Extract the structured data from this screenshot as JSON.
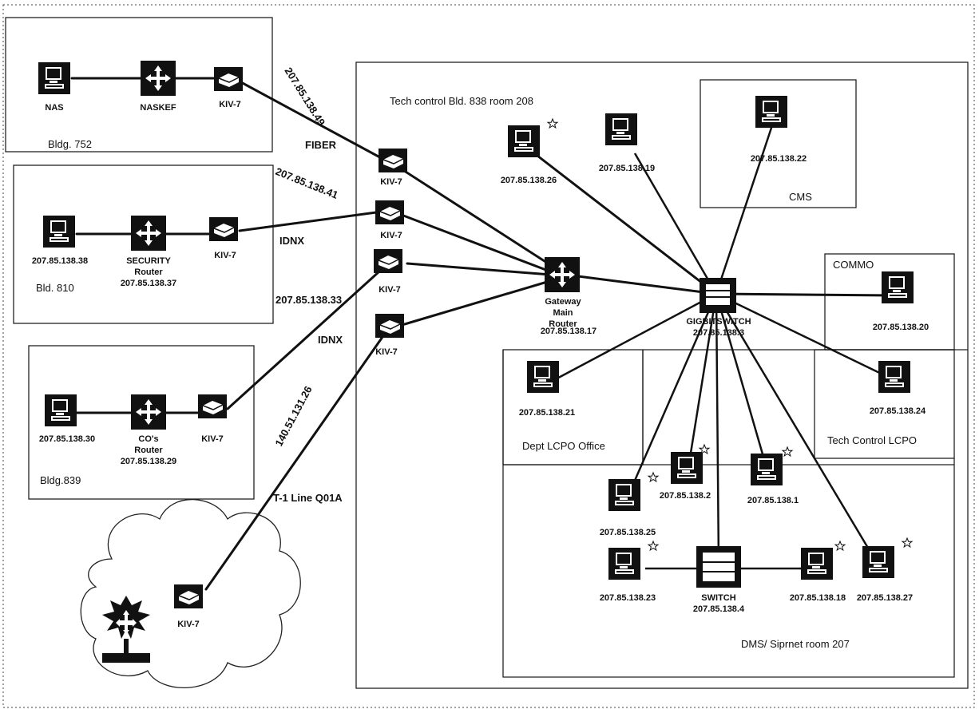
{
  "areas": {
    "bldg752": "Bldg. 752",
    "bld810": "Bld. 810",
    "bldg839": "Bldg.839",
    "tech_control": "Tech control Bld. 838 room 208",
    "cms": "CMS",
    "commo": "COMMO",
    "dept_lcpo": "Dept LCPO Office",
    "tech_lcpo": "Tech Control LCPO",
    "dms": "DMS/ Siprnet room 207"
  },
  "links": {
    "fiber_ip": "207.85.138.49",
    "fiber": "FIBER",
    "idnx1_ip": "207.85.138.41",
    "idnx1": "IDNX",
    "idnx2_ip": "207.85.138.33",
    "idnx2": "IDNX",
    "t1_ip": "140.51.131.26",
    "t1": "T-1 Line Q01A"
  },
  "devices": {
    "nas": "NAS",
    "naskef": "NASKEF",
    "kiv7_752": "KIV-7",
    "pc_38": "207.85.138.38",
    "security_router_l1": "SECURITY",
    "security_router_l2": "Router",
    "security_router_ip": "207.85.138.37",
    "kiv7_810": "KIV-7",
    "pc_30": "207.85.138.30",
    "co_router_l1": "CO's",
    "co_router_l2": "Router",
    "co_router_ip": "207.85.138.29",
    "kiv7_839": "KIV-7",
    "kiv7_cloud": "KIV-7",
    "kiv7_a": "KIV-7",
    "kiv7_b": "KIV-7",
    "kiv7_c": "KIV-7",
    "kiv7_d": "KIV-7",
    "gw_l1": "Gateway",
    "gw_l2": "Main",
    "gw_l3": "Router",
    "gw_ip": "207.85.138.17",
    "pc_26": "207.85.138.26",
    "pc_19": "207.85.138.19",
    "pc_22": "207.85.138.22",
    "gigabit": "GIGBITSWITCH",
    "gigabit_ip": "207.85.138.3",
    "pc_20": "207.85.138.20",
    "pc_21": "207.85.138.21",
    "pc_24": "207.85.138.24",
    "pc_25": "207.85.138.25",
    "pc_2": "207.85.138.2",
    "pc_1": "207.85.138.1",
    "pc_23": "207.85.138.23",
    "switch": "SWITCH",
    "switch_ip": "207.85.138.4",
    "pc_18": "207.85.138.18",
    "pc_27": "207.85.138.27"
  }
}
